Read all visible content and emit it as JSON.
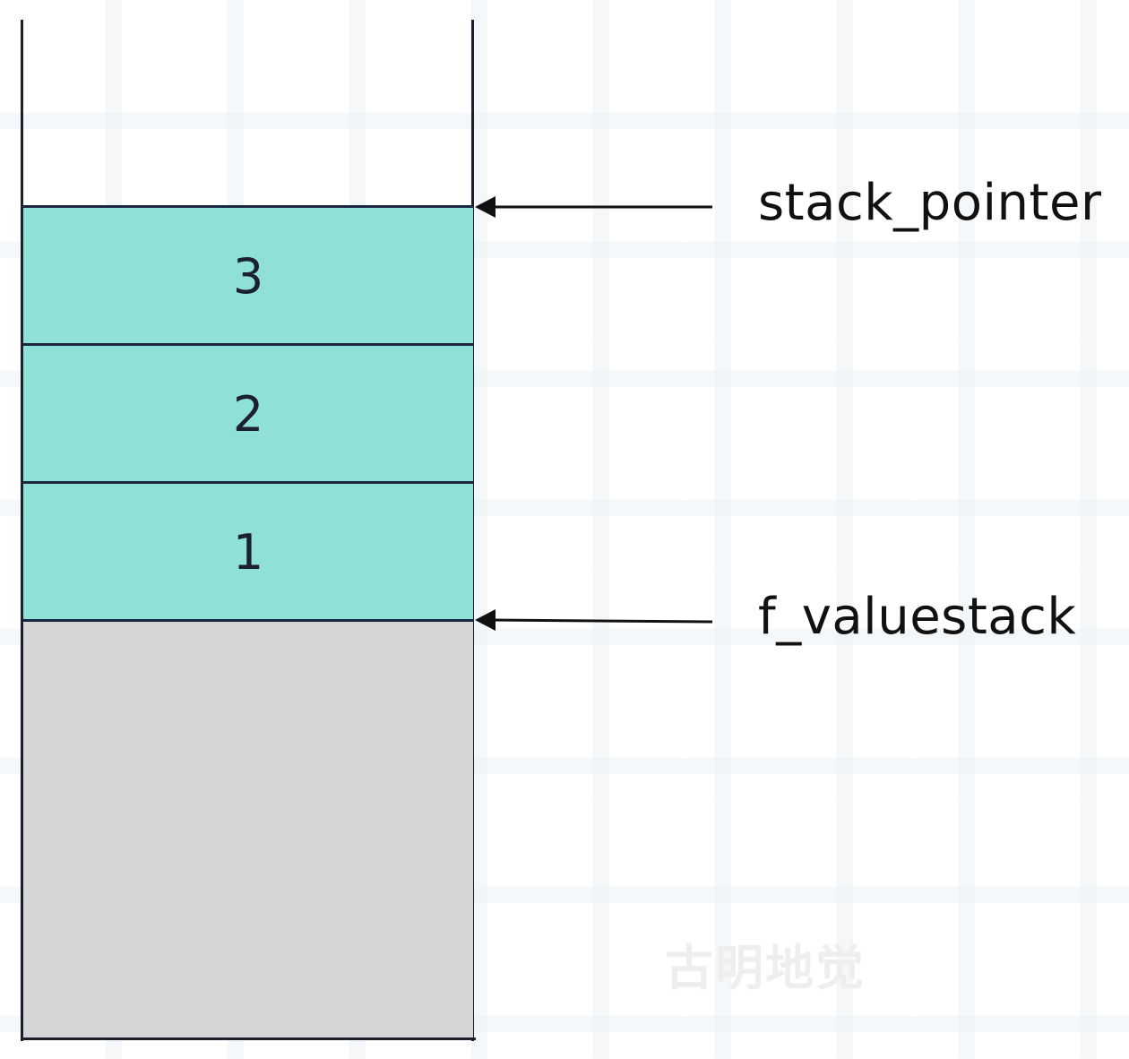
{
  "stack": {
    "cells": [
      {
        "label": "3",
        "color": "#8fe1d5"
      },
      {
        "label": "2",
        "color": "#8fe1d5"
      },
      {
        "label": "1",
        "color": "#8fe1d5"
      }
    ],
    "empty_region_color": "#d6d6d6"
  },
  "pointers": {
    "top": {
      "label": "stack_pointer"
    },
    "base": {
      "label": "f_valuestack"
    }
  },
  "watermark": "古明地觉"
}
